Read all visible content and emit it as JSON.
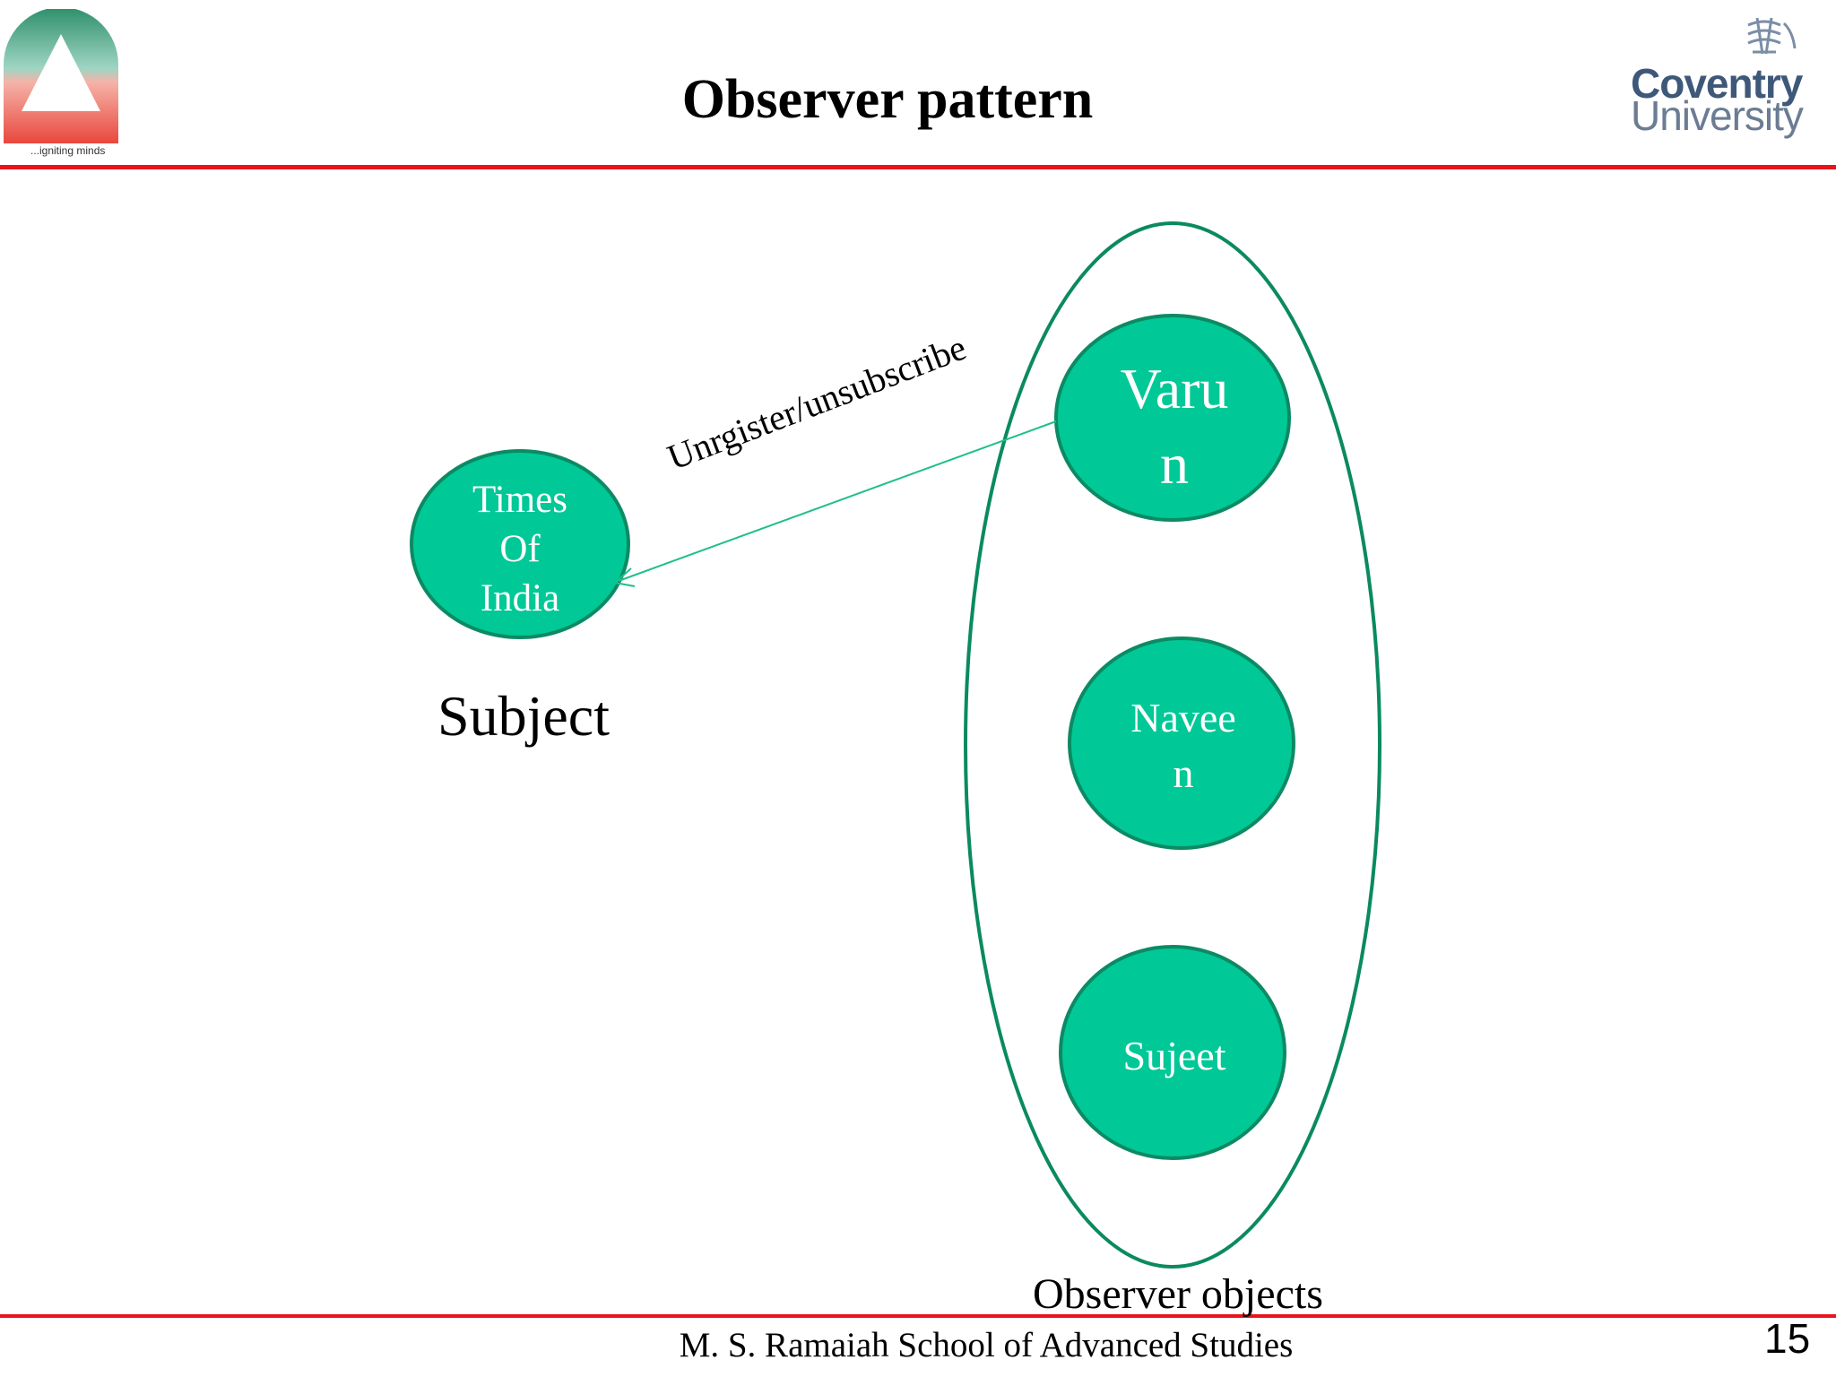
{
  "header": {
    "title": "Observer pattern",
    "left_logo_tagline": "...igniting minds",
    "right_logo_line1": "Coventry",
    "right_logo_line2": "University"
  },
  "diagram": {
    "subject_node": "Times\nOf\nIndia",
    "subject_label": "Subject",
    "edge_label": "Unrgister/unsubscribe",
    "observer_nodes": [
      "Varu\nn",
      "Navee\nn",
      "Sujeet"
    ],
    "observer_group_label": "Observer objects"
  },
  "footer": {
    "institution": "M. S. Ramaiah School of Advanced Studies",
    "page_number": "15"
  },
  "colors": {
    "node_fill": "#00c896",
    "node_stroke": "#0c8a63",
    "group_stroke": "#0a8a5f",
    "edge": "#1fbf8a",
    "rule": "#e8131b"
  }
}
